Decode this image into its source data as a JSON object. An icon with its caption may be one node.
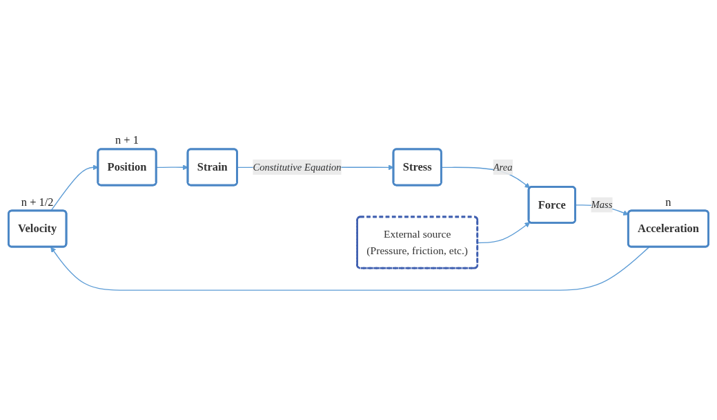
{
  "diagram": {
    "nodes": [
      {
        "text": [
          "Velocity"
        ],
        "beside": [
          "n + 1/2"
        ]
      },
      {
        "text": [
          "Acceleration"
        ],
        "beside": [
          "n"
        ]
      },
      {
        "text": [
          "Position"
        ],
        "beside": [
          "n + 1"
        ]
      },
      {
        "text": [
          "External source",
          "(Pressure, friction, etc.)"
        ]
      },
      {
        "text": [
          "Force"
        ]
      },
      {
        "text": [
          "Strain"
        ]
      },
      {
        "text": [
          "Stress"
        ]
      }
    ],
    "edges": [
      {
        "from": 1,
        "to": 0,
        "arrow": "to"
      },
      {
        "from": 0,
        "to": 2,
        "arrow": "to"
      },
      {
        "from": 2,
        "to": 5,
        "arrow": "to"
      },
      {
        "from": 5,
        "to": 6,
        "arrow": "to",
        "label": "Constitutive Equation"
      },
      {
        "from": 6,
        "to": 4,
        "arrow": "to",
        "label": "Area"
      },
      {
        "from": 4,
        "to": 1,
        "arrow": "to",
        "label": "Mass"
      },
      {
        "from": 3,
        "to": 4,
        "arrow": "to"
      }
    ]
  }
}
